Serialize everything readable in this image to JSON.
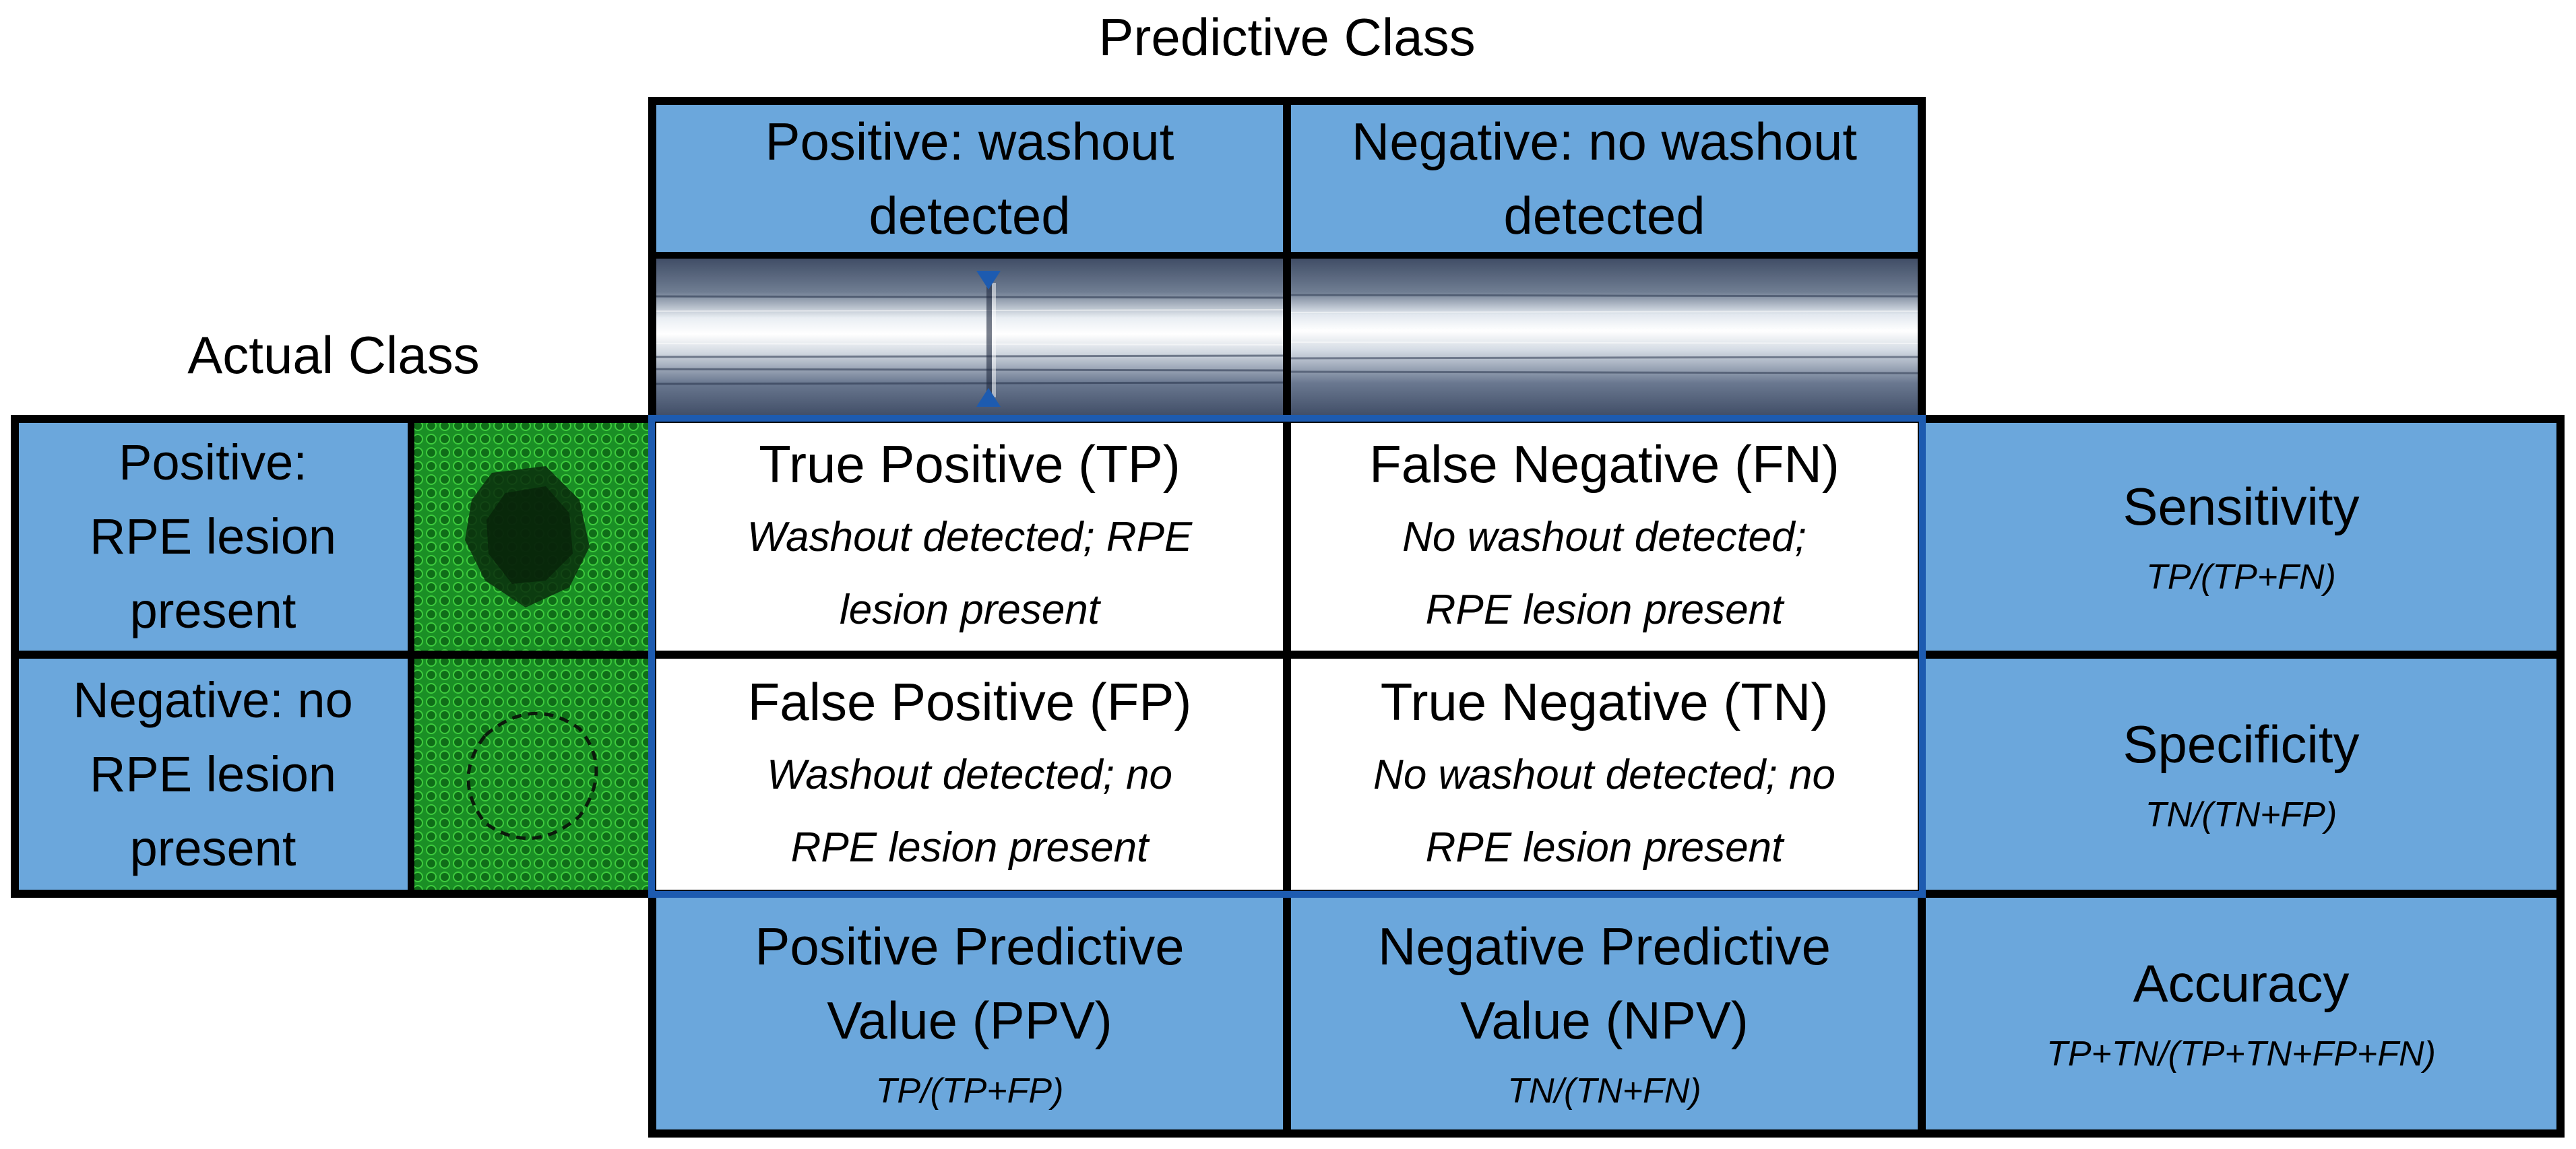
{
  "headings": {
    "predictive": "Predictive Class",
    "actual": "Actual Class"
  },
  "columns": [
    {
      "line1": "Positive: washout",
      "line2": "detected"
    },
    {
      "line1": "Negative: no washout",
      "line2": "detected"
    }
  ],
  "rows": [
    {
      "line1": "Positive:",
      "line2": "RPE lesion",
      "line3": "present"
    },
    {
      "line1": "Negative: no",
      "line2": "RPE lesion",
      "line3": "present"
    }
  ],
  "cells": {
    "tp": {
      "title": "True Positive (TP)",
      "line1": "Washout detected; RPE",
      "line2": "lesion present"
    },
    "fn": {
      "title": "False Negative (FN)",
      "line1": "No washout detected;",
      "line2": "RPE lesion present"
    },
    "fp": {
      "title": "False Positive (FP)",
      "line1": "Washout detected; no",
      "line2": "RPE lesion present"
    },
    "tn": {
      "title": "True Negative (TN)",
      "line1": "No washout detected; no",
      "line2": "RPE lesion present"
    }
  },
  "metrics": {
    "sensitivity": {
      "name": "Sensitivity",
      "formula": "TP/(TP+FN)"
    },
    "specificity": {
      "name": "Specificity",
      "formula": "TN/(TN+FP)"
    },
    "accuracy": {
      "name": "Accuracy",
      "formula": "TP+TN/(TP+TN+FP+FN)"
    },
    "ppv": {
      "line1": "Positive Predictive",
      "line2": "Value (PPV)",
      "formula": "TP/(TP+FP)"
    },
    "npv": {
      "line1": "Negative Predictive",
      "line2": "Value (NPV)",
      "formula": "TN/(TN+FN)"
    }
  },
  "colors": {
    "header_blue": "#6ba7dc",
    "grid": "#000000",
    "highlight_border": "#1d5bb0",
    "oct_background": "#3d4a63",
    "rpe_green": "#1f9a2a"
  },
  "icons": {
    "arrow_down": "triangle-down-marker-icon",
    "arrow_up": "triangle-up-marker-icon"
  }
}
